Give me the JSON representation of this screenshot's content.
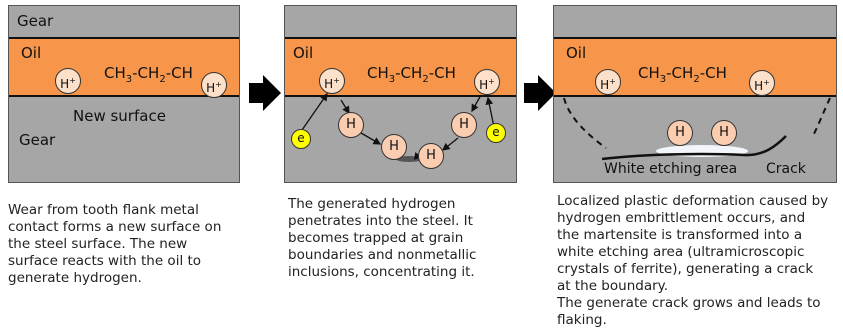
{
  "panel1": {
    "gear_top_label": "Gear",
    "oil_label": "Oil",
    "formula": {
      "a": "CH",
      "a_sub": "3",
      "b": "-CH",
      "b_sub": "2",
      "c": "-CH"
    },
    "h_ion": "H",
    "h_ion_sup": "+",
    "new_surface_label": "New surface",
    "gear_bottom_label": "Gear"
  },
  "panel2": {
    "oil_label": "Oil",
    "formula": {
      "a": "CH",
      "a_sub": "3",
      "b": "-CH",
      "b_sub": "2",
      "c": "-CH"
    },
    "h_ion": "H",
    "h_ion_sup": "+",
    "h_atom": "H",
    "electron": "e"
  },
  "panel3": {
    "oil_label": "Oil",
    "formula": {
      "a": "CH",
      "a_sub": "3",
      "b": "-CH",
      "b_sub": "2",
      "c": "-CH"
    },
    "h_ion": "H",
    "h_ion_sup": "+",
    "h_atom": "H",
    "white_etching_label": "White etching area",
    "crack_label": "Crack"
  },
  "captions": {
    "c1": [
      "Wear from tooth flank metal",
      "contact forms a new surface on",
      "the steel surface. The new",
      "surface reacts with the oil to",
      "generate hydrogen."
    ],
    "c2": [
      "The generated hydrogen",
      "penetrates into the steel. It",
      "becomes trapped at grain",
      "boundaries and nonmetallic",
      "inclusions, concentrating it."
    ],
    "c3": [
      "Localized plastic deformation caused by",
      "hydrogen embrittlement occurs, and",
      "the martensite is transformed into a",
      "white etching area (ultramicroscopic",
      "crystals of ferrite), generating a crack",
      "at the boundary.",
      "The generate crack grows and leads to",
      "flaking."
    ]
  },
  "colors": {
    "oil": "#f7964a",
    "gear": "#a6a6a6",
    "electron": "#ffff00",
    "h_ion": "#fde0c9",
    "h_atom": "#fbcdb0"
  }
}
